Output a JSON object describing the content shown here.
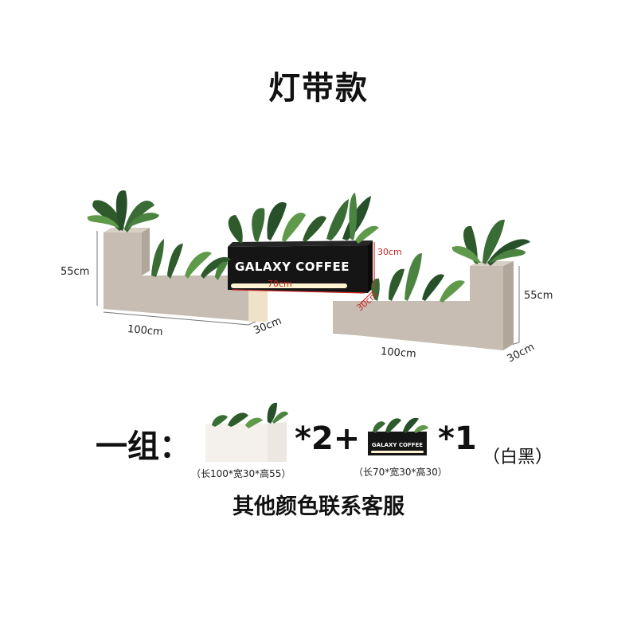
{
  "title": "灯带款",
  "dimensions": {
    "left_height": "55cm",
    "left_length": "100cm",
    "left_depth": "30cm",
    "center_height": "30cm",
    "center_length": "70cm",
    "center_depth": "30cm",
    "right_height": "55cm",
    "right_length": "100cm",
    "right_depth": "30cm"
  },
  "sign_text": "GALAXY COFFEE",
  "thumb_sign_text": "GALAXY COFFEE",
  "set": {
    "label": "一组：",
    "qty_a": "*2+",
    "qty_b": "*1",
    "colors": "（白黑）",
    "spec_a": "（长100*宽30*高55）",
    "spec_b": "（长70*宽30*高30）"
  },
  "contact": "其他颜色联系客服",
  "colors": {
    "planter_body": "#c7bdb2",
    "planter_shadow": "#b0a69a",
    "center_box": "#151515",
    "led": "#fff4d2",
    "dim_red": "#d62b2b",
    "plant_dark": "#2f5b2c",
    "plant_light": "#5f9a4a"
  }
}
